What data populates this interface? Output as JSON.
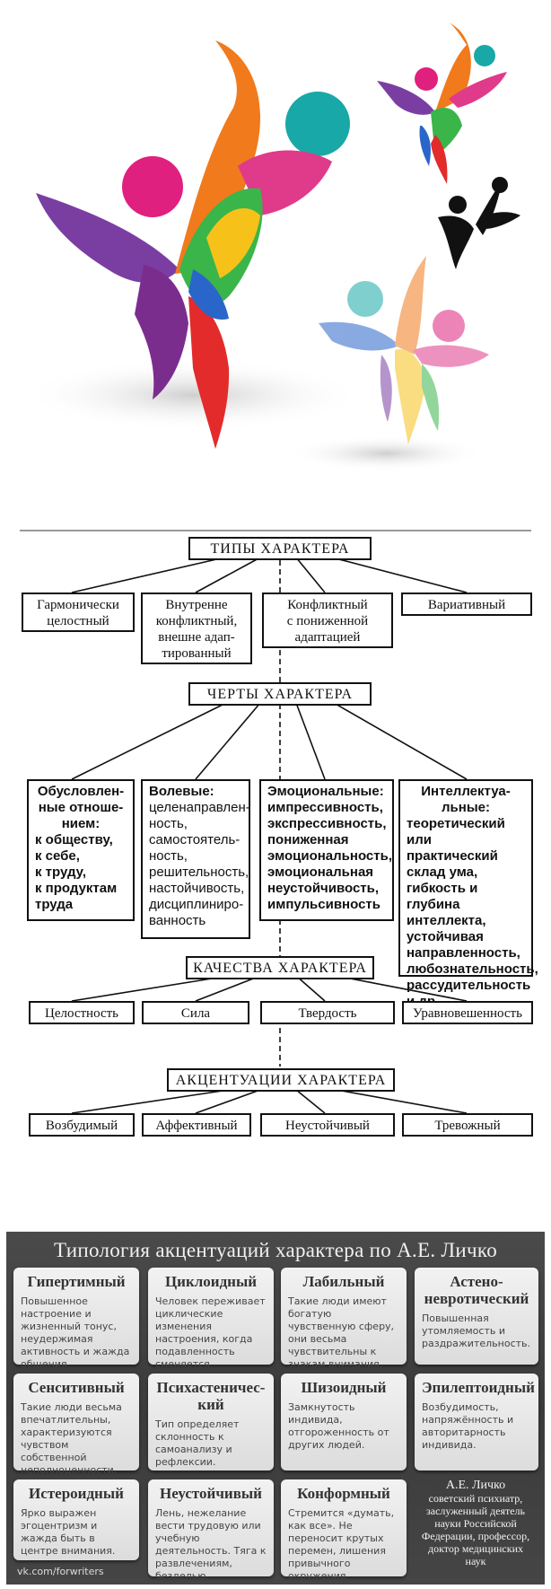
{
  "diagram": {
    "types_title": "ТИПЫ ХАРАКТЕРА",
    "types": [
      "Гармонически\nцелостный",
      "Внутренне\nконфликтный,\nвнешне адап-\nтированный",
      "Конфликтный\nс пониженной\nадаптацией",
      "Вариативный"
    ],
    "traits_title": "ЧЕРТЫ ХАРАКТЕРА",
    "traits": [
      {
        "head": "Обусловлен-\nные отноше-\nнием:",
        "body": "к обществу,\nк себе,\nк труду,\nк продуктам\nтруда"
      },
      {
        "head": "Волевые:",
        "body": "целенаправлен-\nность,\nсамостоятель-\nность,\nрешительность,\nнастойчивость,\nдисциплиниро-\nванность"
      },
      {
        "head": "Эмоциональные:",
        "body": "импрессивность,\nэкспрессивность,\nпониженная\nэмоциональность,\nэмоциональная\nнеустойчивость,\nимпульсивность"
      },
      {
        "head": "Интеллектуа-\nльные:",
        "body": "теоретический\nили практический\nсклад ума,\nгибкость и глубина\nинтеллекта,\nустойчивая\nнаправленность,\nлюбознательность,\nрассудительность\nи др."
      }
    ],
    "qualities_title": "КАЧЕСТВА ХАРАКТЕРА",
    "qualities": [
      "Целостность",
      "Сила",
      "Твердость",
      "Уравновешенность"
    ],
    "accent_title": "АКЦЕНТУАЦИИ ХАРАКТЕРА",
    "accents": [
      "Возбудимый",
      "Аффективный",
      "Неустойчивый",
      "Тревожный"
    ]
  },
  "panel": {
    "title": "Типология акцентуаций характера по А.Е. Личко",
    "cards": [
      {
        "h": "Гипертимный",
        "b": "Повышенное настроение и жизненный тонус, неудержимая активность и жажда общения."
      },
      {
        "h": "Циклоидный",
        "b": "Человек переживает циклические изменения настроения, когда подавленность сменяется повышенным настроением."
      },
      {
        "h": "Лабильный",
        "b": "Такие люди имеют богатую чувственную сферу, они весьма чувствительны к знакам внимания."
      },
      {
        "h": "Астено-\nневротический",
        "b": "Повышенная утомляемость и раздражительность."
      },
      {
        "h": "Сенситивный",
        "b": "Такие люди весьма впечатлительны, характеризуются чувством собственной неполноценности, застенчивостью."
      },
      {
        "h": "Психастеничес-\nкий",
        "b": "Тип определяет склонность к самоанализу и рефлексии."
      },
      {
        "h": "Шизоидный",
        "b": "Замкнутость индивида, отгороженность от других людей."
      },
      {
        "h": "Эпилептоидный",
        "b": "Возбудимость, напряжённость и авторитарность индивида."
      },
      {
        "h": "Истероидный",
        "b": "Ярко выражен эгоцентризм и жажда быть в центре внимания."
      },
      {
        "h": "Неустойчивый",
        "b": "Лень, нежелание вести трудовую или учебную деятельность. Тяга к развлечениям, безделью."
      },
      {
        "h": "Конформный",
        "b": "Стремится «думать, как все». Не переносит крутых перемен, лишения привычного окружения."
      }
    ],
    "bio_name": "А.Е. Личко",
    "bio_text": "советский психиатр, заслуженный деятель науки Российской Федерации, профессор, доктор медицинских наук",
    "vk": "vk.com/forwriters"
  }
}
